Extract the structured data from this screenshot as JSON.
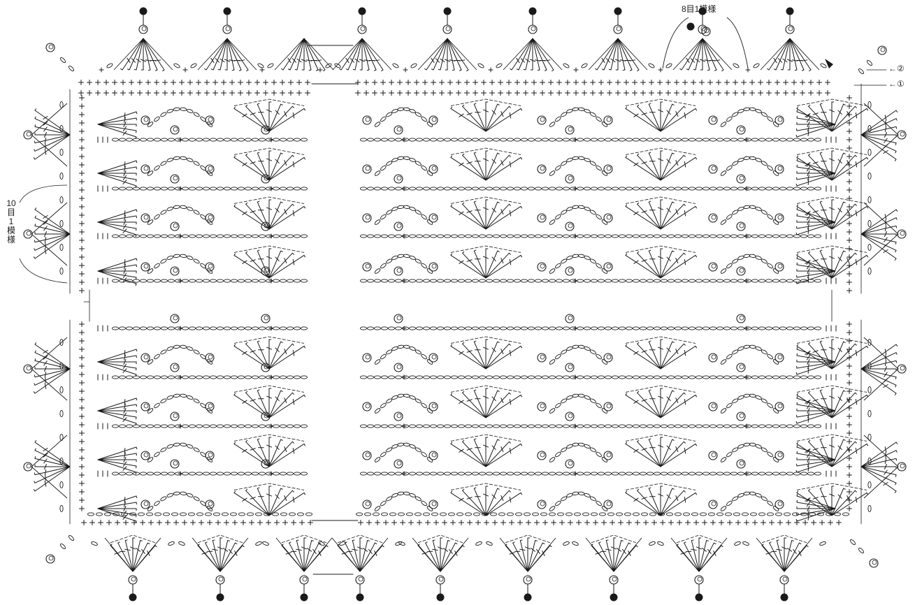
{
  "labels": {
    "top_repeat": "8目1模様",
    "left_repeat": "10\n目\n1\n模\n様",
    "row2_marker": "←②",
    "row1_marker": "←①"
  },
  "colors": {
    "ink": "#1a1a1a",
    "paper": "#ffffff"
  },
  "symbols": {
    "single_crochet": "+",
    "chain": "oval",
    "double_crochet": "slashed-stroke",
    "picot": "ring",
    "bead": "filled-dot"
  }
}
